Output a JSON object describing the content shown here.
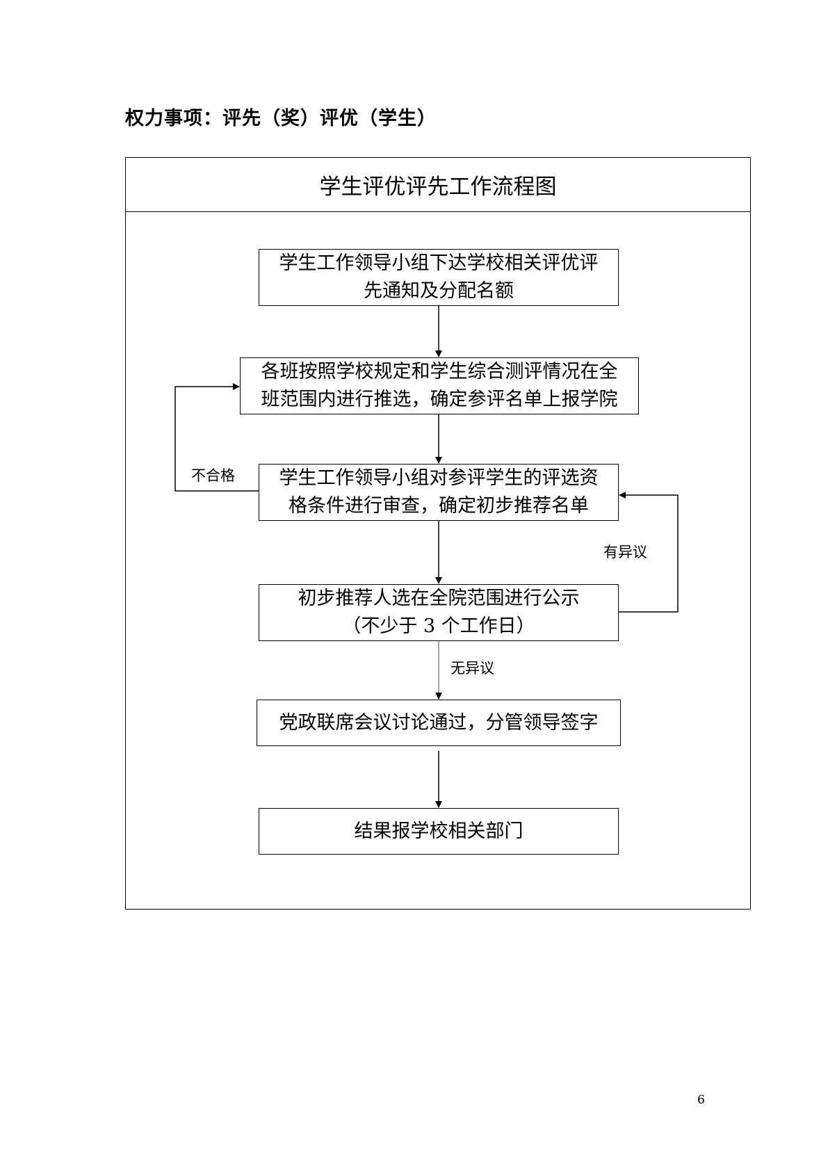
{
  "heading": "权力事项：评先（奖）评优（学生）",
  "flowchart": {
    "title": "学生评优评先工作流程图",
    "steps": [
      {
        "line1": "学生工作领导小组下达学校相关评优评",
        "line2": "先通知及分配名额"
      },
      {
        "line1": "各班按照学校规定和学生综合测评情况在全",
        "line2": "班范围内进行推选，确定参评名单上报学院"
      },
      {
        "line1": "学生工作领导小组对参评学生的评选资",
        "line2": "格条件进行审查，确定初步推荐名单"
      },
      {
        "line1": "初步推荐人选在全院范围进行公示",
        "line2": "（不少于 3 个工作日）"
      },
      {
        "line1": "党政联席会议讨论通过，分管领导签字"
      },
      {
        "line1": "结果报学校相关部门"
      }
    ],
    "edge_labels": {
      "unqualified": "不合格",
      "objection": "有异议",
      "no_objection": "无异议"
    }
  },
  "page_number": "6"
}
